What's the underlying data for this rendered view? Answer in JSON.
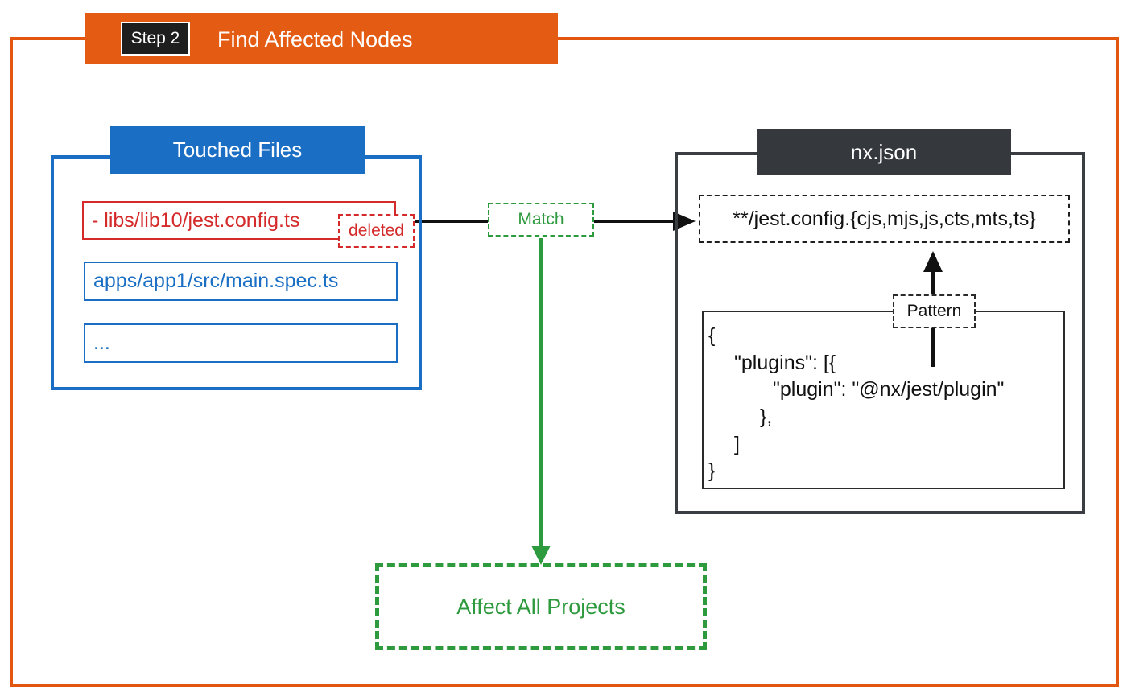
{
  "step": {
    "badge": "Step 2",
    "title": "Find Affected Nodes"
  },
  "touched_files": {
    "header": "Touched Files",
    "files": [
      {
        "path": "- libs/lib10/jest.config.ts",
        "tag": "deleted"
      },
      {
        "path": "apps/app1/src/main.spec.ts"
      },
      {
        "path": "..."
      }
    ]
  },
  "match_label": "Match",
  "nx_json": {
    "header": "nx.json",
    "glob": "**/jest.config.{cjs,mjs,js,cts,mts,ts}",
    "pattern_label": "Pattern",
    "code_lines": [
      "{",
      "\"plugins\": [{",
      "\"plugin\": \"@nx/jest/plugin\"",
      "},",
      "]",
      "}"
    ]
  },
  "result": "Affect All Projects",
  "colors": {
    "orange": "#e45c13",
    "blue": "#1a6fc4",
    "red": "#d42a2a",
    "green": "#2e9a3e",
    "dark": "#35383d"
  }
}
